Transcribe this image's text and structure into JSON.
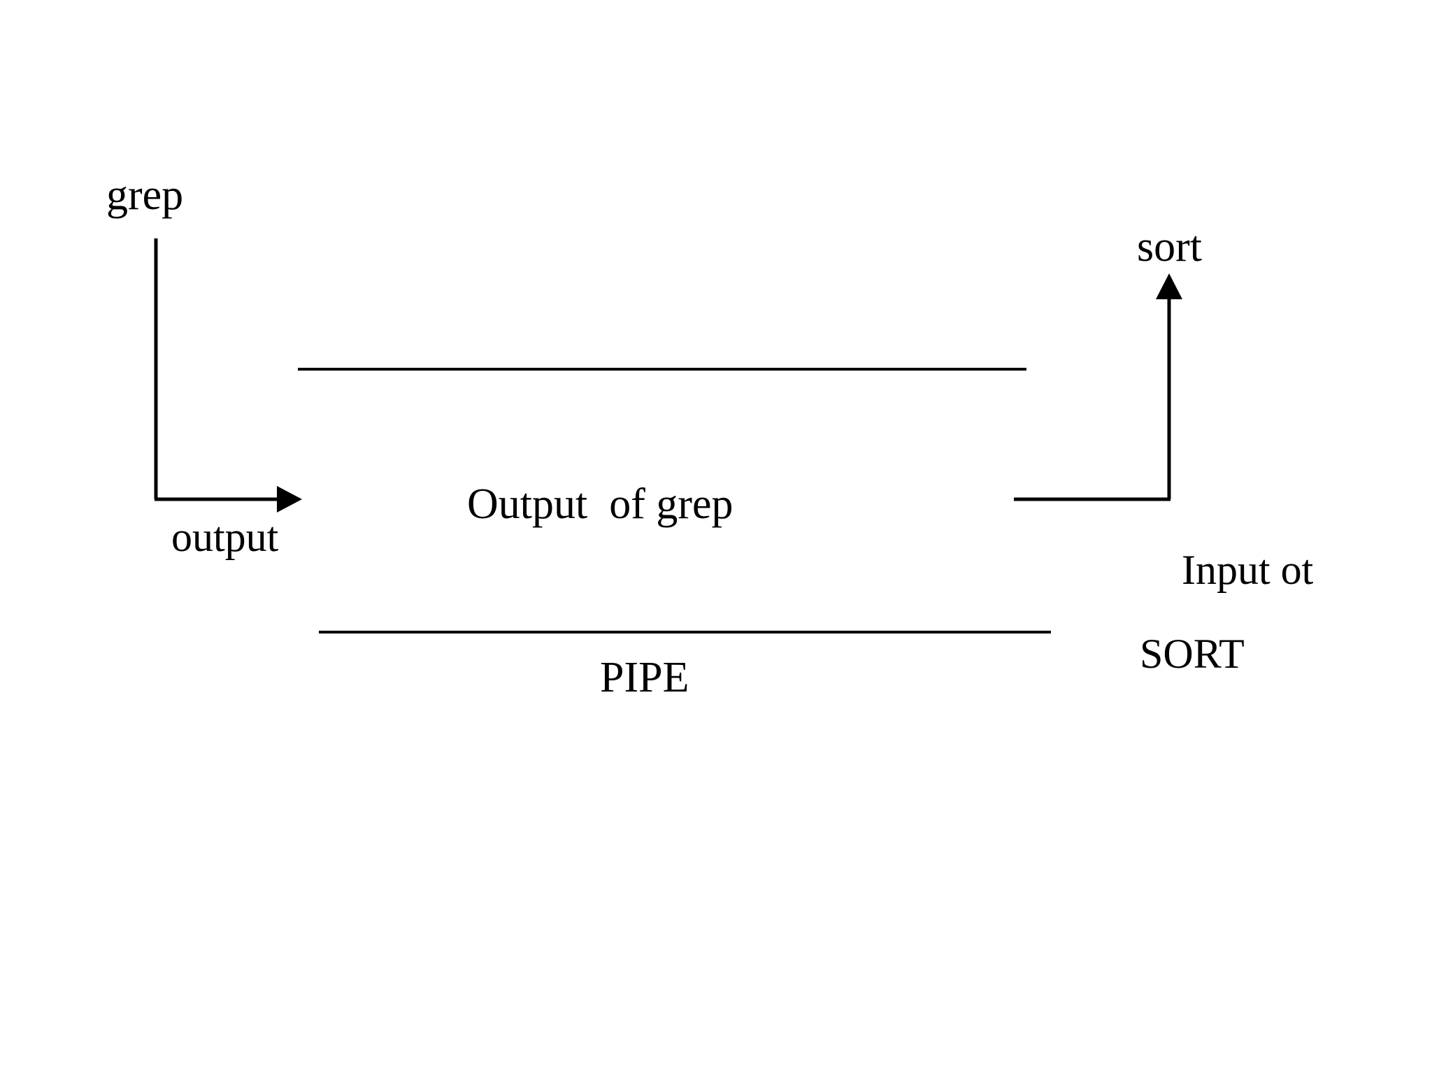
{
  "diagram": {
    "title": "grep output piped to sort",
    "background_color": "#ffffff",
    "stroke_color": "#000000",
    "labels": {
      "grep": "grep",
      "sort": "sort",
      "output": "output",
      "output_of_grep": "Output  of grep",
      "input_of_sort_line1": "Input ot",
      "input_of_sort_line2": "SORT",
      "pipe": "PIPE"
    },
    "connectors": [
      {
        "name": "grep-output-arrow",
        "description": "vertical line down from grep then right arrow labelled output",
        "type": "elbow-arrow",
        "from": "grep",
        "to": "pipe",
        "arrowhead": "right"
      },
      {
        "name": "pipe-top-wall",
        "description": "upper horizontal wall of the pipe",
        "type": "line"
      },
      {
        "name": "pipe-bottom-wall",
        "description": "lower horizontal wall of the pipe",
        "type": "line"
      },
      {
        "name": "sort-input-arrow",
        "description": "horizontal segment then vertical line up into sort",
        "type": "elbow-arrow",
        "from": "pipe",
        "to": "sort",
        "arrowhead": "up"
      }
    ]
  }
}
